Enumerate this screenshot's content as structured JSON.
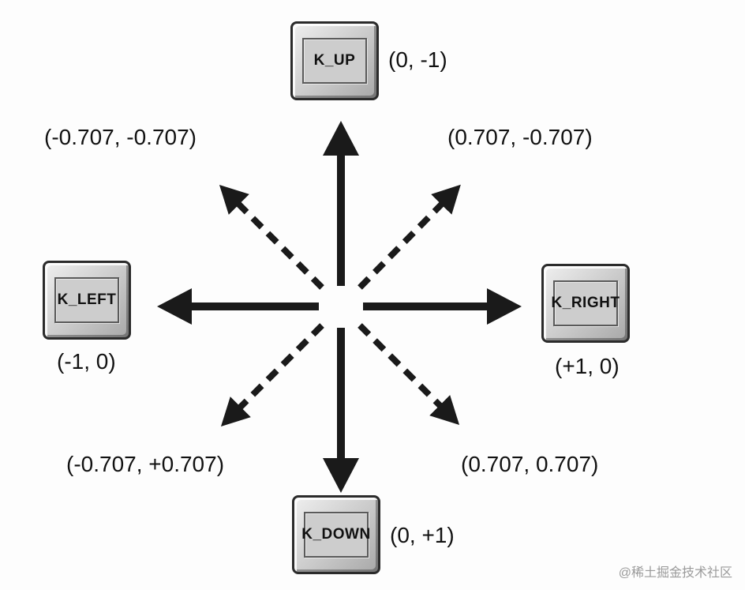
{
  "keys": {
    "up": {
      "label": "K_UP",
      "coord": "(0, -1)"
    },
    "down": {
      "label": "K_DOWN",
      "coord": "(0, +1)"
    },
    "left": {
      "label": "K_LEFT",
      "coord": "(-1, 0)"
    },
    "right": {
      "label": "K_RIGHT",
      "coord": "(+1, 0)"
    }
  },
  "diagonals": {
    "up_left": "(-0.707, -0.707)",
    "up_right": "(0.707, -0.707)",
    "down_left": "(-0.707, +0.707)",
    "down_right": "(0.707, 0.707)"
  },
  "watermark": "@稀土掘金技术社区",
  "colors": {
    "arrow": "#1a1a1a",
    "key_face": "#cdcdcd"
  }
}
